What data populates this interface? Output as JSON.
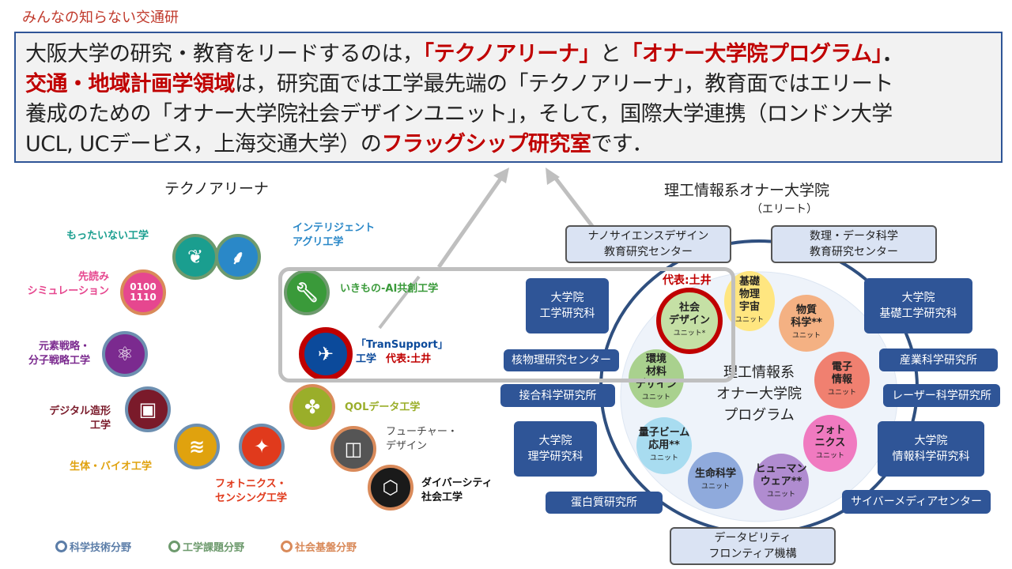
{
  "header": {
    "title": "みんなの知らない交通研"
  },
  "intro": {
    "l1a": "大阪大学の研究・教育をリードするのは，",
    "l1b": "「テクノアリーナ」",
    "l1c": "と",
    "l1d": "「オナー大学院プログラム」",
    "l1e": "．",
    "l2a": "交通・地域計画学領域",
    "l2b": "は，研究面では工学最先端の「テクノアリーナ」，教育面ではエリート",
    "l3": "養成のための「オナー大学院社会デザインユニット」，そして，国際大学連携（ロンドン大学",
    "l4a": "UCL, UCデービス，上海交通大学）の",
    "l4b": "フラッグシップ研究室",
    "l4c": "です．"
  },
  "techno": {
    "title": "テクノアリーナ",
    "items": [
      {
        "label": "もったいない工学",
        "icon": "sprout-icon",
        "color": "#1a9e8f"
      },
      {
        "label": "インテリジェント\nアグリ工学",
        "icon": "wheat-icon",
        "color": "#2a88c8"
      },
      {
        "label": "先読み\nシミュレーション",
        "icon": "binary-icon",
        "glyph": "0100\n1110",
        "color": "#e6478f"
      },
      {
        "label": "いきもの-AI共創工学",
        "icon": "wrench-icon",
        "color": "#3a9a3a"
      },
      {
        "label": "元素戦略・\n分子戦略工学",
        "icon": "molecule-icon",
        "color": "#7b2a8f"
      },
      {
        "label": "「TranSupport」\n工学",
        "icon": "airplane-icon",
        "color": "#0b4a9b"
      },
      {
        "label": "デジタル造形\n工学",
        "icon": "printer-icon",
        "color": "#7a1a2a"
      },
      {
        "label": "QOLデータ工学",
        "icon": "clover-icon",
        "color": "#9aae2a"
      },
      {
        "label": "生体・バイオ工学",
        "icon": "dna-icon",
        "color": "#e0a20e"
      },
      {
        "label": "フォトニクス・\nセンシング工学",
        "icon": "sparkle-icon",
        "color": "#e03a1c"
      },
      {
        "label": "フューチャー・\nデザイン",
        "icon": "door-icon",
        "color": "#555555"
      },
      {
        "label": "ダイバーシティ\n社会工学",
        "icon": "hexagon-icon",
        "color": "#1a1a1a"
      }
    ],
    "rep": "代表:土井",
    "legend": [
      "科学技術分野",
      "工学課題分野",
      "社会基盤分野"
    ]
  },
  "honors": {
    "title": "理工情報系オナー大学院",
    "subtitle": "（エリート）",
    "center": "理工情報系\nオナー大学院\nプログラム",
    "rep": "代表:土井",
    "boxes": {
      "eng": "大学院\n工学研究科",
      "nuc": "核物理研究センター",
      "join": "接合科学研究所",
      "sci": "大学院\n理学研究科",
      "prot": "蛋白質研究所",
      "es": "大学院\n基礎工学研究科",
      "ind": "産業科学研究所",
      "laser": "レーザー科学研究所",
      "info": "大学院\n情報科学研究科",
      "cyber": "サイバーメディアセンター",
      "nano": "ナノサイエンスデザイン\n教育研究センター",
      "math": "数理・データ科学\n教育研究センター",
      "data": "データビリティ\nフロンティア機構"
    },
    "units": {
      "social": "社会\nデザイン",
      "phys": "基礎\n物理\n宇宙",
      "mat": "物質\n科学**",
      "elec": "電子\n情報",
      "photo": "フォト\nニクス",
      "human": "ヒューマン\nウェア**",
      "life": "生命科学",
      "quantum": "量子ビーム\n応用**",
      "env": "環境\n材料\nデザイン",
      "unit_word": "ユニット",
      "unit_star": "ユニット*"
    }
  }
}
